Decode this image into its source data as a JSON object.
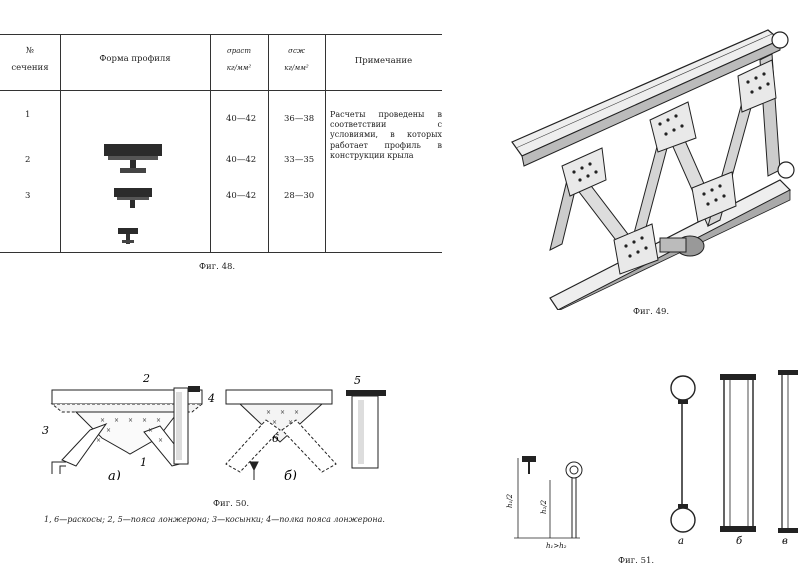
{
  "table": {
    "headers": {
      "section_line1": "№",
      "section_line2": "сечения",
      "profile_shape": "Форма профиля",
      "sigma_tension": "σраст",
      "sigma_tension_unit": "кг/мм²",
      "sigma_compression": "σсж",
      "sigma_compression_unit": "кг/мм²",
      "note": "Примечание"
    },
    "rows": [
      {
        "no": "1",
        "sigma_tension": "40—42",
        "sigma_compression": "36—38"
      },
      {
        "no": "2",
        "sigma_tension": "40—42",
        "sigma_compression": "33—35"
      },
      {
        "no": "3",
        "sigma_tension": "40—42",
        "sigma_compression": "28—30"
      }
    ],
    "note_text": "Расчеты проведены в соответствии с условиями, в которых работает профиль в конструкции крыла"
  },
  "fig48_caption": "Фиг. 48.",
  "fig49_caption": "Фиг. 49.",
  "fig50": {
    "caption": "Фиг. 50.",
    "legend": "1, 6—раскосы; 2, 5—пояса лонжерона; 3—косынки; 4—полка пояса лонжерона.",
    "labels": {
      "n1": "1",
      "n2": "2",
      "n3": "3",
      "n4": "4",
      "n5": "5",
      "n6": "6",
      "a": "а)",
      "b": "б)"
    }
  },
  "fig51": {
    "caption": "Фиг. 51.",
    "h1": "h₁/2",
    "h2": "h₂/2",
    "relation": "h₁>h₂",
    "label_a": "а",
    "label_b": "б",
    "label_v": "в"
  }
}
